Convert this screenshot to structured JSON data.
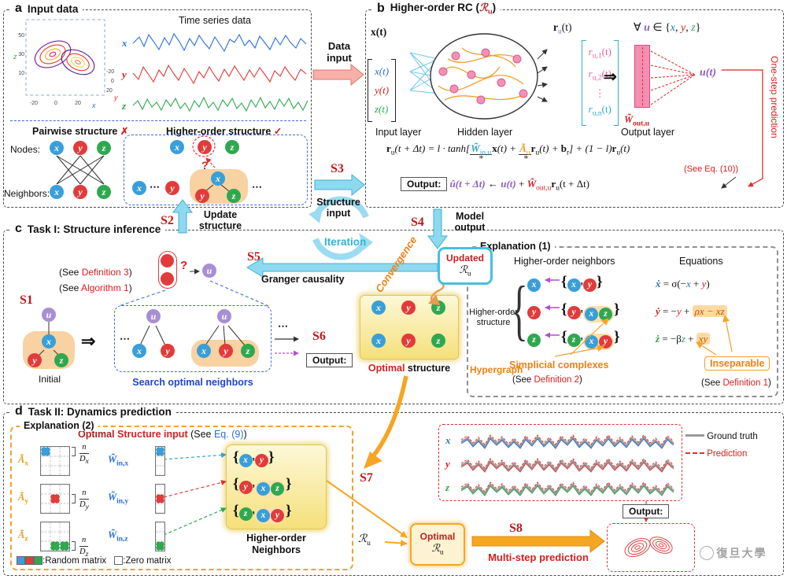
{
  "sym": {
    "x": "x",
    "y": "y",
    "z": "z",
    "u": "u",
    "bl": "{",
    "br": "}",
    "comma": ",",
    "dots": "⋯",
    "vdots": "⋮",
    "q": "?",
    "cross": "✗",
    "check": "✓",
    "imply": "⇒",
    "star": "*"
  },
  "a": {
    "tag": "a",
    "title": "Input data",
    "ts_title": "Time series data",
    "sx": "x",
    "sy": "y",
    "sz": "z",
    "lorenz": {
      "zt": [
        "50",
        "30",
        "10"
      ],
      "xt": [
        "-20",
        "0",
        "20"
      ],
      "yt": [
        "20",
        "0",
        "-20"
      ],
      "xl": "x",
      "yl": "y",
      "zl": "z"
    },
    "pairwise": "Pairwise structure",
    "higher": "Higher-order structure",
    "nodes": "Nodes:",
    "neighbors": "Neighbors:"
  },
  "b": {
    "tag": "b",
    "t1": "Higher-order RC (",
    "t2": "ℛ",
    "t3": "u",
    "t4": ")",
    "fa1": "∀ ",
    "fa2": "u",
    "fa3": " ∈ {",
    "fa4": "x",
    "fa5": ", ",
    "fa6": "y",
    "fa7": ", ",
    "fa8": "z",
    "fa9": "}",
    "xt": "x(t)",
    "vec": [
      "x(t)",
      "y(t)",
      "z(t)"
    ],
    "rt1": "r",
    "rt2": "u",
    "rt3": "(t)",
    "rv_r": "r",
    "rv_t": "(t)",
    "rv1": "u,1",
    "rv2": "u,2",
    "rvd": "⋮",
    "rvn": "u,n",
    "ut": "u(t)",
    "wo1": "W̃",
    "wo2": "out,u",
    "lin": "Input layer",
    "lhid": "Hidden layer",
    "lout": "Output layer",
    "eq": {
      "r1": "r",
      "s1": "u",
      "p1": "(t + Δt) = l · tanh[",
      "w1": "W̃",
      "w2": "in,u",
      "st1": "*",
      "x1": "x",
      "p2": "(t) + ",
      "a1": "Ã",
      "a2": "u",
      "st2": "*",
      "r2": "r",
      "s2": "u",
      "p3": "(t) + ",
      "b1": "b",
      "b2": "r",
      "p4": "] + (1 − l)",
      "r3": "r",
      "s3": "u",
      "p5": "(t)"
    },
    "out": {
      "label": "Output:",
      "u1": "û(t + Δt)",
      "a1": " ← ",
      "u2": "u(t)",
      "a2": " + ",
      "w1": "W̃",
      "w2": "out,u",
      "r1": "r",
      "s1": "u",
      "p3": "(t + Δt)"
    },
    "see": "(See Eq. (10))",
    "onestep": "One-step prediction"
  },
  "mid": {
    "data_input": "Data input",
    "s2": "S2",
    "update": "Update structure",
    "s3": "S3",
    "structure": "Structure input",
    "s4": "S4",
    "model": "Model output",
    "s5": "S5",
    "granger": "Granger causality",
    "iteration": "Iteration",
    "upd1": "Updated",
    "upd2": "ℛ",
    "upd3": "u",
    "conv": "Convergence",
    "s6": "S6"
  },
  "c": {
    "tag": "c",
    "title": "Task I: Structure inference",
    "def3": {
      "a": "(See ",
      "b": "Definition 3",
      "c": ")"
    },
    "alg1": {
      "a": "(See ",
      "b": "Algorithm 1",
      "c": ")"
    },
    "s1": "S1",
    "initial": "Initial",
    "search": "Search optimal neighbors",
    "out_label": "Output:",
    "opt1": "Optimal",
    "opt2": " structure",
    "e1": {
      "title": "Explanation (1)",
      "hon": "Higher-order neighbors",
      "eqs": "Equations",
      "hos": "Higher-order structure",
      "hyper": "Hypergraph",
      "eq1": {
        "l": "ẋ",
        "p1": " = σ(−",
        "x": "x",
        "p2": " + ",
        "y": "y",
        "p3": ")"
      },
      "eq2": {
        "l": "ẏ",
        "p1": " = −",
        "y": "y",
        "p2": " + ",
        "h": "ρx − xz"
      },
      "eq3": {
        "l": "ż",
        "p1": " = −β",
        "z": "z",
        "p2": " + ",
        "h": "xy"
      },
      "simp": "Simplicial complexes",
      "def2": {
        "a": "(See ",
        "b": "Definition 2",
        "c": ")"
      },
      "insep": "Inseparable",
      "def1": {
        "a": "(See ",
        "b": "Definition 1",
        "c": ")"
      }
    }
  },
  "d": {
    "tag": "d",
    "title": "Task II: Dynamics prediction",
    "e2": {
      "title": "Explanation (2)",
      "h1": "Optimal",
      "h2": " Structure input ",
      "h3": "(See ",
      "h4": "Eq. (9)",
      "h5": ")",
      "a1": "Ã",
      "axs": "x",
      "ays": "y",
      "azs": "z",
      "n": "n",
      "D": "D",
      "w1": "W̃",
      "wxs": "in,x",
      "wys": "in,y",
      "wzs": "in,z",
      "rand": ":Random matrix",
      "zero": ":Zero matrix",
      "hon1": "Higher-order",
      "hon2": "Neighbors"
    },
    "ru1": "ℛ",
    "ru2": "u",
    "s7": "S7",
    "s8": "S8",
    "opt1": "Optimal",
    "opt2": "ℛ",
    "opt3": "u",
    "multi": "Multi-step prediction",
    "ground": "Ground truth",
    "pred": "Prediction",
    "sx": "x",
    "sy": "y",
    "sz": "z",
    "out_label": "Output:",
    "wm": "復旦大學"
  }
}
